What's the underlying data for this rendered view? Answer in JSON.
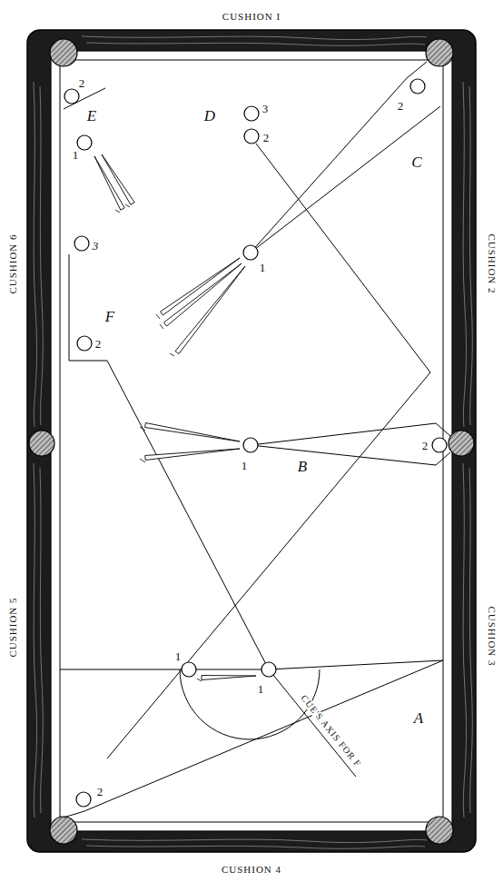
{
  "diagram": {
    "labels": [
      "CUSHION I",
      "2",
      "E",
      "1",
      "D",
      "3",
      "2",
      "2",
      "C",
      "CUSHION 6",
      "CUSHION 2",
      "3",
      "1",
      "F",
      "2",
      "1",
      "B",
      "2",
      "CUSHION 5",
      "CUSHION 3",
      "1",
      "1",
      "A",
      "CUE'S AXIS FOR F",
      "2",
      "CUSHION 4"
    ]
  }
}
